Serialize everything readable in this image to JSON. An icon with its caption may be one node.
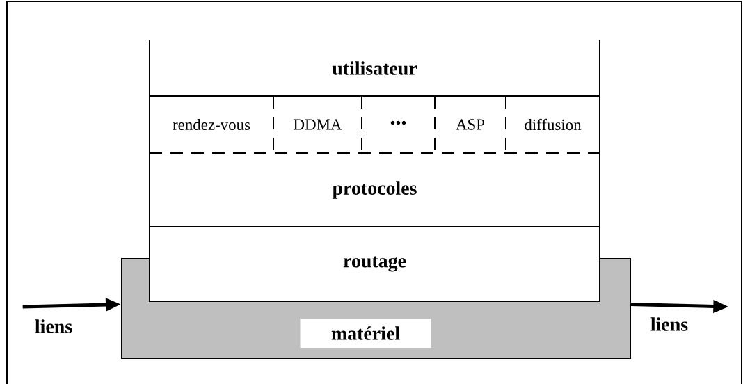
{
  "diagram": {
    "nodes": [
      {
        "text": [
          "matériel"
        ]
      },
      {
        "text": [
          "utilisateur"
        ]
      },
      {
        "text": [
          "rendez-vous"
        ]
      },
      {
        "text": [
          "DDMA"
        ]
      },
      {
        "text": [
          "•••"
        ]
      },
      {
        "text": [
          "ASP"
        ]
      },
      {
        "text": [
          "diffusion"
        ]
      },
      {
        "text": [
          "protocoles"
        ]
      },
      {
        "text": [
          "routage"
        ]
      },
      {
        "text": [
          "liens"
        ]
      },
      {
        "text": [
          "liens"
        ]
      }
    ],
    "edges": [
      {
        "from": 9,
        "to": 0,
        "arrow": "to"
      },
      {
        "from": 0,
        "to": 10,
        "arrow": "to"
      }
    ]
  }
}
